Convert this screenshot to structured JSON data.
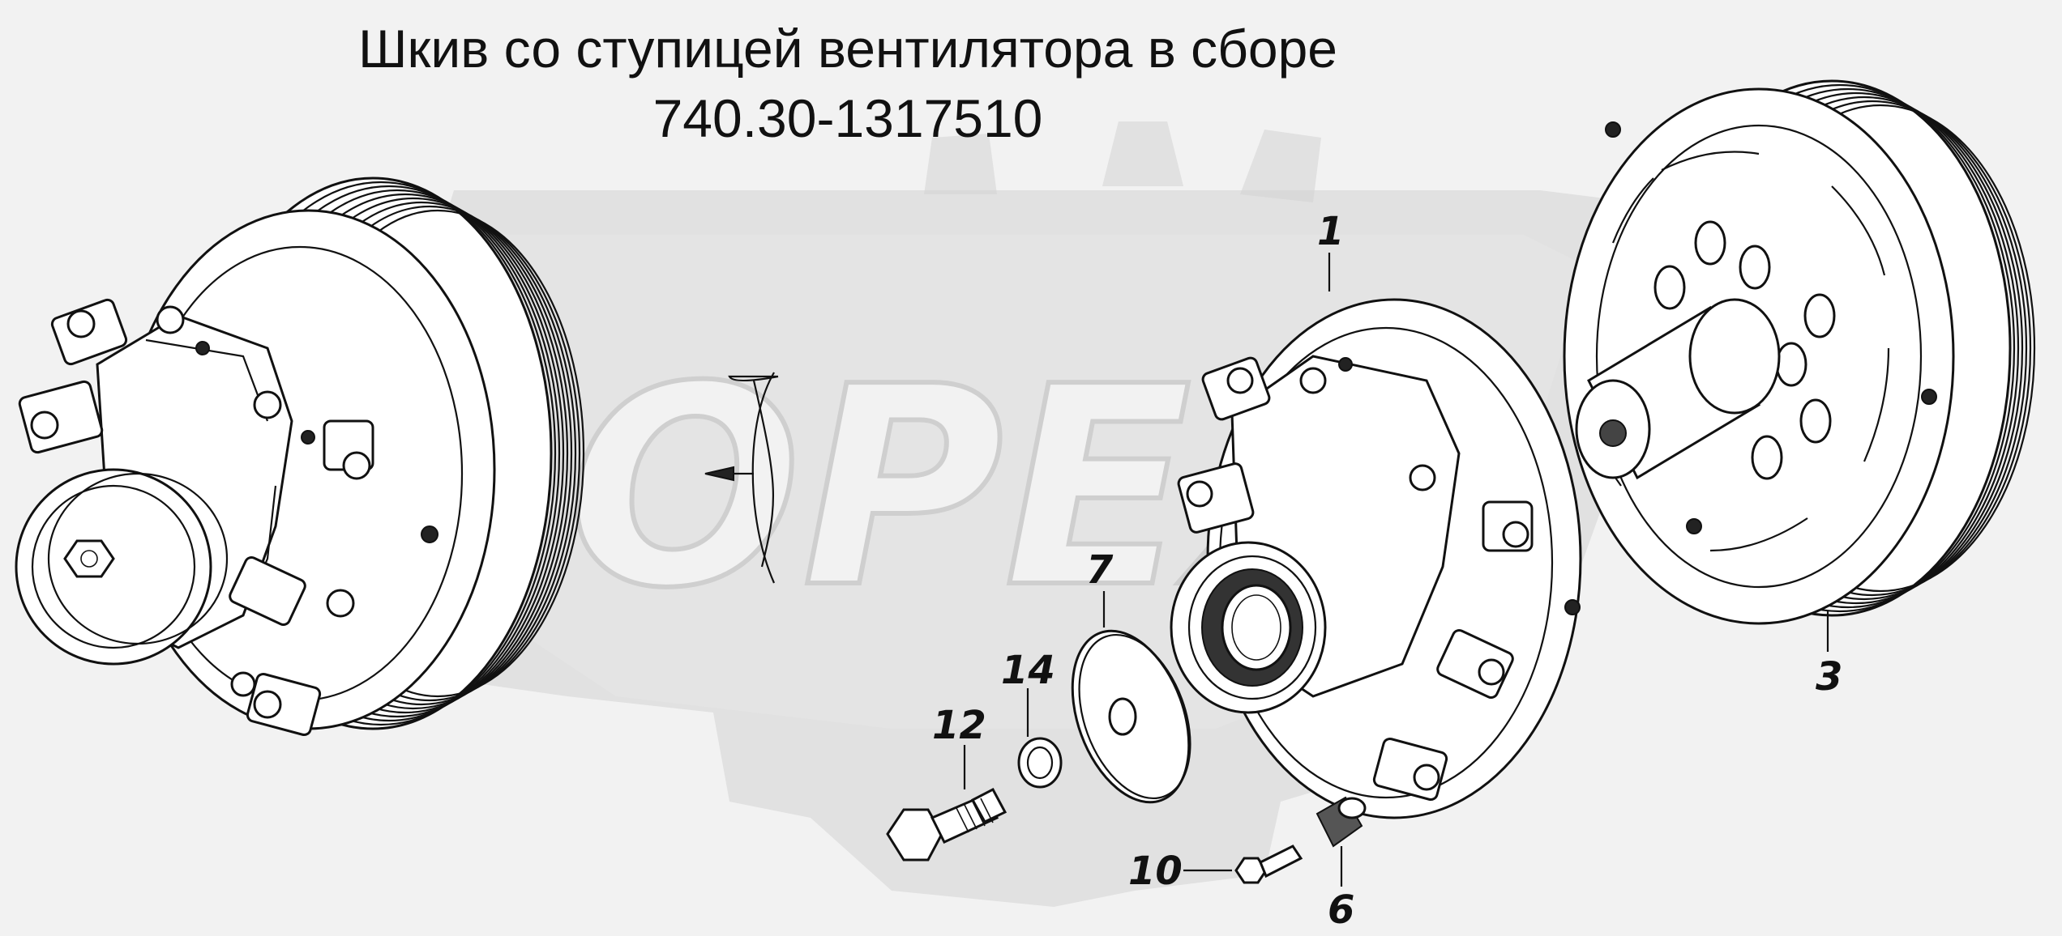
{
  "title": {
    "line1": "Шкив со ступицей вентилятора в сборе",
    "line2": "740.30-1317510"
  },
  "callouts": {
    "c1": "1",
    "c3": "3",
    "c6": "6",
    "c7": "7",
    "c10": "10",
    "c12": "12",
    "c14": "14"
  },
  "watermark": {
    "text": "OPEX"
  }
}
